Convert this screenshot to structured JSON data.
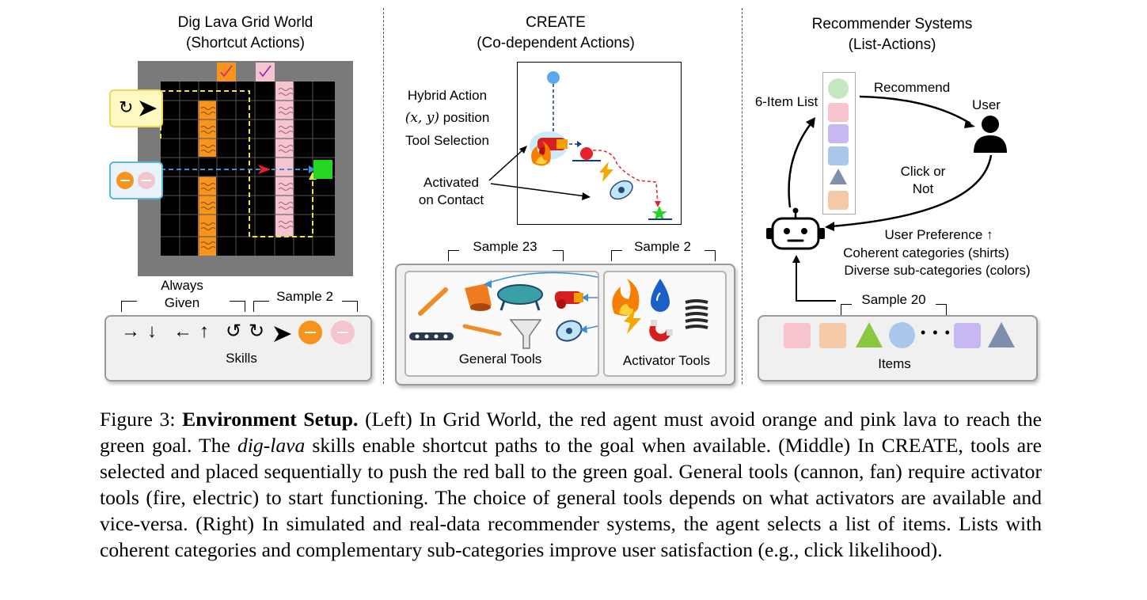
{
  "left": {
    "title_line1": "Dig Lava Grid World",
    "title_line2": "(Shortcut Actions)",
    "always_given": "Always\nGiven",
    "always_given_line1": "Always",
    "always_given_line2": "Given",
    "sample_label": "Sample 2",
    "skills_label": "Skills",
    "skill_glyphs": [
      "→",
      "↓",
      "←",
      "↑",
      "↺",
      "↻"
    ]
  },
  "middle": {
    "title_line1": "CREATE",
    "title_line2": "(Co-dependent Actions)",
    "hybrid_action": "Hybrid Action",
    "position_label": "(x, y) position",
    "position_math": "(𝑥, 𝑦)",
    "position_suffix": "position",
    "tool_selection": "Tool Selection",
    "activated_line1": "Activated",
    "activated_line2": "on Contact",
    "sample_general": "Sample 23",
    "sample_activator": "Sample 2",
    "general_tools": "General Tools",
    "activator_tools": "Activator Tools"
  },
  "right": {
    "title_line1": "Recommender Systems",
    "title_line2": "(List-Actions)",
    "list_label": "6-Item List",
    "recommend": "Recommend",
    "user": "User",
    "click_line1": "Click or",
    "click_line2": "Not",
    "user_pref": "User Preference ↑",
    "coherent": "Coherent categories (shirts)",
    "diverse": "Diverse sub-categories (colors)",
    "sample_label": "Sample 20",
    "items_label": "Items",
    "dots": "• • •"
  },
  "caption": {
    "figure_label": "Figure 3:",
    "bold_title": "Environment Setup.",
    "text_1": "(Left) In Grid World, the red agent must avoid orange and pink lava to reach the green goal. The",
    "italic_term": "dig-lava",
    "text_2": "skills enable shortcut paths to the goal when available. (Middle) In CREATE, tools are selected and placed sequentially to push the red ball to the green goal. General tools (cannon, fan) require activator tools (fire, electric) to start functioning. The choice of general tools depends on what activators are available and vice-versa. (Right) In simulated and real-data recommender systems, the agent selects a list of items. Lists with coherent categories and complementary sub-categories improve user satisfaction (e.g., click likelihood)."
  },
  "colors": {
    "orange_lava": "#f7941d",
    "pink_lava": "#f4c5cf",
    "goal_green": "#22d622",
    "agent_red": "#e8212a",
    "path_blue": "#3a8fd9",
    "path_yellow": "#f0e04a",
    "list_green": "#c8e6c0",
    "list_pink": "#f7c3cc",
    "list_purple": "#c7b8f2",
    "list_blue": "#a7c8ea",
    "list_slate": "#7d8fab",
    "list_peach": "#f4c9a8"
  }
}
